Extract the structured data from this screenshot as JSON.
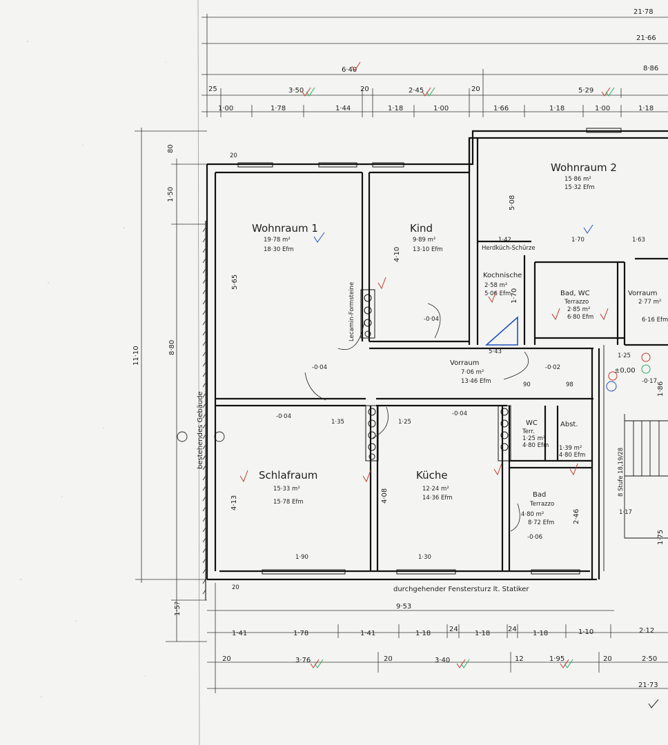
{
  "top_dims": {
    "total_a": "21·78",
    "total_b": "21·66",
    "right_c": "8·86",
    "left_640": "6·40",
    "row1": [
      "25",
      "3·50",
      "20",
      "2·45",
      "20",
      "5·29"
    ],
    "row2": [
      "1·00",
      "1·78",
      "1·44",
      "1·18",
      "1·00",
      "1·66",
      "1·18",
      "1·00",
      "1·18"
    ]
  },
  "left_dims": {
    "overall": "11·10",
    "inner": "8·80",
    "seg1": "80",
    "seg2": "1·50",
    "seg3": "1·5?"
  },
  "rooms": {
    "wohnraum1": {
      "name": "Wohnraum 1",
      "area": "19·78 m²",
      "cubic": "18·30 Efm"
    },
    "kind": {
      "name": "Kind",
      "area": "9·89 m²",
      "cubic": "13·10 Efm"
    },
    "wohnraum2": {
      "name": "Wohnraum 2",
      "area": "15·86 m²",
      "cubic": "15·32 Efm"
    },
    "kochnische": {
      "name": "Kochnische",
      "area": "2·58 m²",
      "cubic": "5·06 Efm"
    },
    "badwc": {
      "name": "Bad, WC",
      "floor": "Terrazzo",
      "area": "2·85 m²",
      "cubic": "6·80 Efm"
    },
    "vorraum_r": {
      "name": "Vorraum",
      "area": "2·77 m²",
      "cubic": "6·16 Efm"
    },
    "vorraum": {
      "name": "Vorraum",
      "area": "7·06 m²",
      "cubic": "13·46 Efm"
    },
    "schlafraum": {
      "name": "Schlafraum",
      "area": "15·33 m²",
      "cubic": "15·78 Efm"
    },
    "kueche": {
      "name": "Küche",
      "area": "12·24 m²",
      "cubic": "14·36 Efm"
    },
    "wc": {
      "name": "WC",
      "floor": "Terr.",
      "area": "1·25 m²",
      "cubic": "4·80 Efm"
    },
    "abst": {
      "name": "Abst.",
      "area": "1·39 m²",
      "cubic": "4·80 Efm"
    },
    "bad": {
      "name": "Bad",
      "floor": "Terrazzo",
      "area": "4·80 m²",
      "cubic": "8·72 Efm"
    }
  },
  "labels": {
    "lecamin": "Lecamin-Formsteine",
    "herdkuche": "Herdküch-Schürze",
    "bestehend": "bestehendes Gebäude",
    "fenstersturz": "durchgehender Fenstersturz lt. Statiker",
    "stufen": "8 Stufe 18,19/28",
    "pm": "±0,00",
    "val_17": "-0·17",
    "level_rows": [
      "-0·04",
      "-0·02",
      "-0·06",
      "-0·04",
      "-0·04",
      "-0·04"
    ]
  },
  "interior_dims": {
    "d565": "5·65",
    "d410": "4·10",
    "d508": "5·08",
    "d413": "4·13",
    "d408": "4·08",
    "d190": "1·90",
    "d130": "1·30",
    "d135": "1·35",
    "d125": "1·25",
    "d543": "5·43",
    "d246": "2·46",
    "d170": "1·70",
    "d142": "1·42",
    "d163": "1·63",
    "d125b": "1·25",
    "d186": "1·86",
    "d175": "1·75",
    "d117": "1·17",
    "d90": "90",
    "d98": "98",
    "d20": "20"
  },
  "bottom_dims": {
    "d953": "9·53",
    "row1": [
      "1·41",
      "1·78",
      "1·41",
      "1·18",
      "24",
      "1·18",
      "24",
      "1·18",
      "1·10",
      "2·12"
    ],
    "row2": [
      "20",
      "3·76",
      "20",
      "3·40",
      "12",
      "1·95",
      "20",
      "2·50"
    ],
    "total": "21·73"
  }
}
